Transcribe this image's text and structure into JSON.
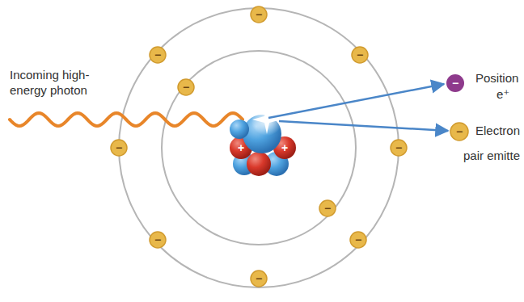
{
  "diagram": {
    "labels": [
      "Incoming high-energy photon",
      "−",
      "−",
      "−",
      "−",
      "−",
      "−",
      "+",
      "+",
      "−",
      "−",
      "−",
      "−",
      "−",
      "Position",
      "e⁺",
      "−",
      "Electron",
      "pair emitte"
    ]
  }
}
